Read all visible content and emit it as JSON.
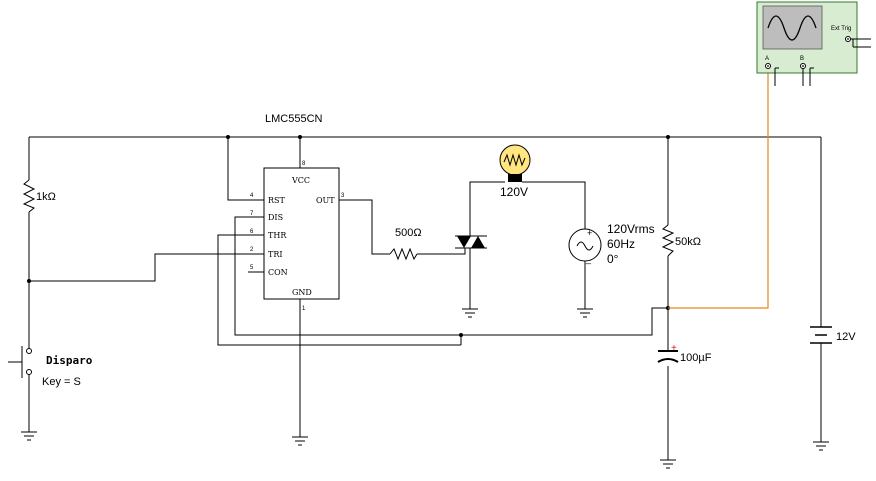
{
  "timer": {
    "name": "LMC555CN",
    "pins": {
      "vcc": "VCC",
      "rst": "RST",
      "dis": "DIS",
      "thr": "THR",
      "tri": "TRI",
      "con": "CON",
      "out": "OUT",
      "gnd": "GND"
    },
    "pin_numbers": {
      "vcc": "8",
      "rst": "4",
      "dis": "7",
      "thr": "6",
      "tri": "2",
      "con": "5",
      "out": "3",
      "gnd": "1"
    }
  },
  "components": {
    "r1": "1kΩ",
    "r2": "500Ω",
    "r3": "50kΩ",
    "lamp": "120V",
    "source_line1": "120Vrms",
    "source_line2": "60Hz",
    "source_line3": "0°",
    "capacitor": "100µF",
    "battery": "12V",
    "switch_name": "Disparo",
    "switch_key": "Key = S",
    "polarity_plus": "+"
  },
  "oscilloscope": {
    "ext_trig": "Ext Trig",
    "channel_a": "A",
    "channel_b": "B",
    "minus": "_",
    "plus": "+"
  },
  "colors": {
    "wire": "#000000",
    "probe_wire": "#e08a1e",
    "scope_body": "#d8ecd2",
    "scope_border": "#2f7a2f",
    "scope_screen": "#bdbdbd",
    "lamp_bulb": "#ffe680",
    "cap_plus": "#d81e1e"
  }
}
